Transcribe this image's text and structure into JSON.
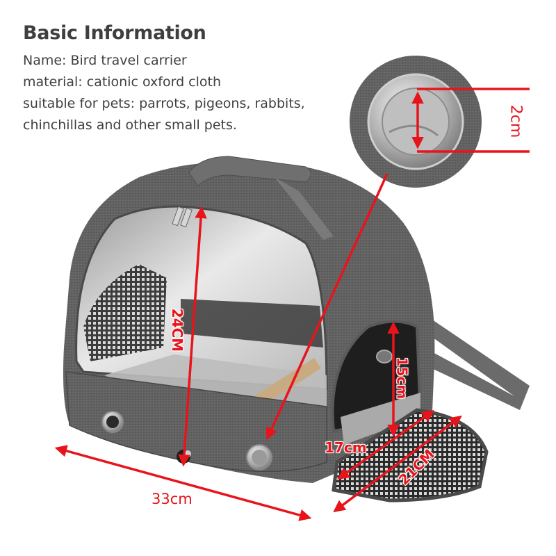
{
  "info": {
    "title": "Basic Information",
    "lines": [
      "Name: Bird travel carrier",
      "material: cationic oxford cloth",
      "suitable for pets: parrots, pigeons, rabbits,",
      "chinchillas and other small pets."
    ]
  },
  "product": {
    "name": "Bird travel carrier",
    "material": "cationic oxford cloth",
    "suitable_pets": [
      "parrots",
      "pigeons",
      "rabbits",
      "chinchillas",
      "other small pets"
    ],
    "body_color": "#5e5e5e",
    "annotation_color": "#e8141b"
  },
  "dimensions": {
    "vent_hole": "2cm",
    "height": "24CM",
    "length": "33cm",
    "side_door_height": "15cm",
    "side_door_width": "17cm",
    "side_flap_length": "21CM"
  }
}
